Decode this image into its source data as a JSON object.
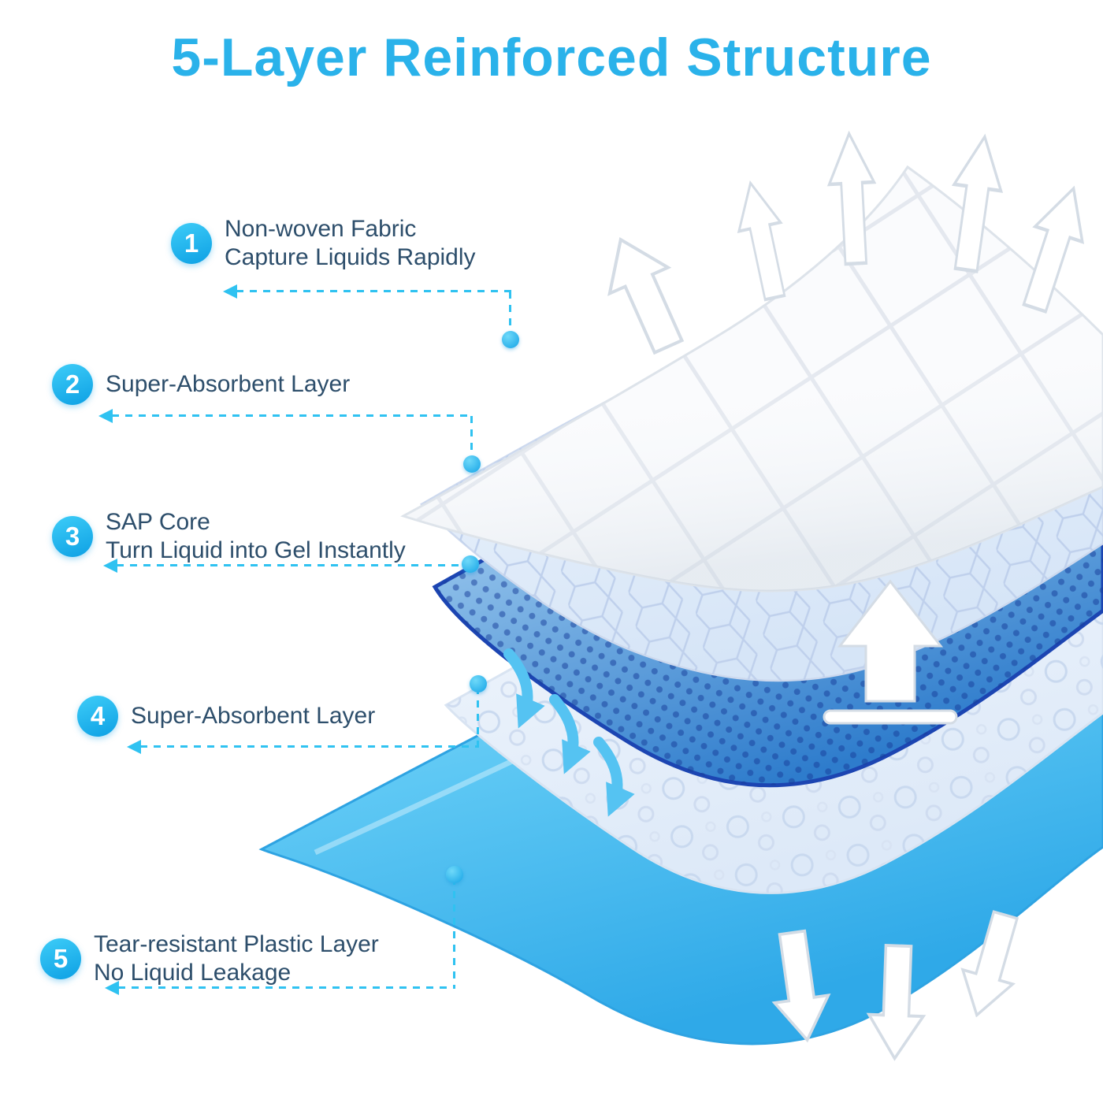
{
  "page": {
    "title": "5-Layer Reinforced Structure"
  },
  "layers": [
    {
      "number": "1",
      "title": "Non-woven Fabric",
      "subtitle": "Capture Liquids Rapidly"
    },
    {
      "number": "2",
      "title": "Super-Absorbent Layer",
      "subtitle": ""
    },
    {
      "number": "3",
      "title": "SAP Core",
      "subtitle": "Turn Liquid into Gel Instantly"
    },
    {
      "number": "4",
      "title": "Super-Absorbent Layer",
      "subtitle": ""
    },
    {
      "number": "5",
      "title": "Tear-resistant Plastic Layer",
      "subtitle": "No Liquid Leakage"
    }
  ],
  "colors": {
    "title_blue": "#2ab2ea",
    "label_text": "#2d4e6b",
    "badge_blue": "#17aeec",
    "connector_cyan": "#2fc2f1",
    "sap_core_blue": "#3c86d6",
    "sap_core_edge": "#1c45b2",
    "plastic_blue": "#45b9ef"
  },
  "illustration": {
    "sheet_icons": [
      "quilted-nonwoven-sheet",
      "honeycomb-absorbent-sheet",
      "sap-dotted-core-sheet",
      "bubble-absorbent-sheet",
      "plastic-backing-sheet"
    ],
    "top_arrows_icon": "airflow-up-arrows",
    "middle_arrow_icon": "absorb-up-arrow",
    "side_arrows_icon": "liquid-flow-down-arrows",
    "bottom_arrows_icon": "leakproof-down-arrows"
  }
}
